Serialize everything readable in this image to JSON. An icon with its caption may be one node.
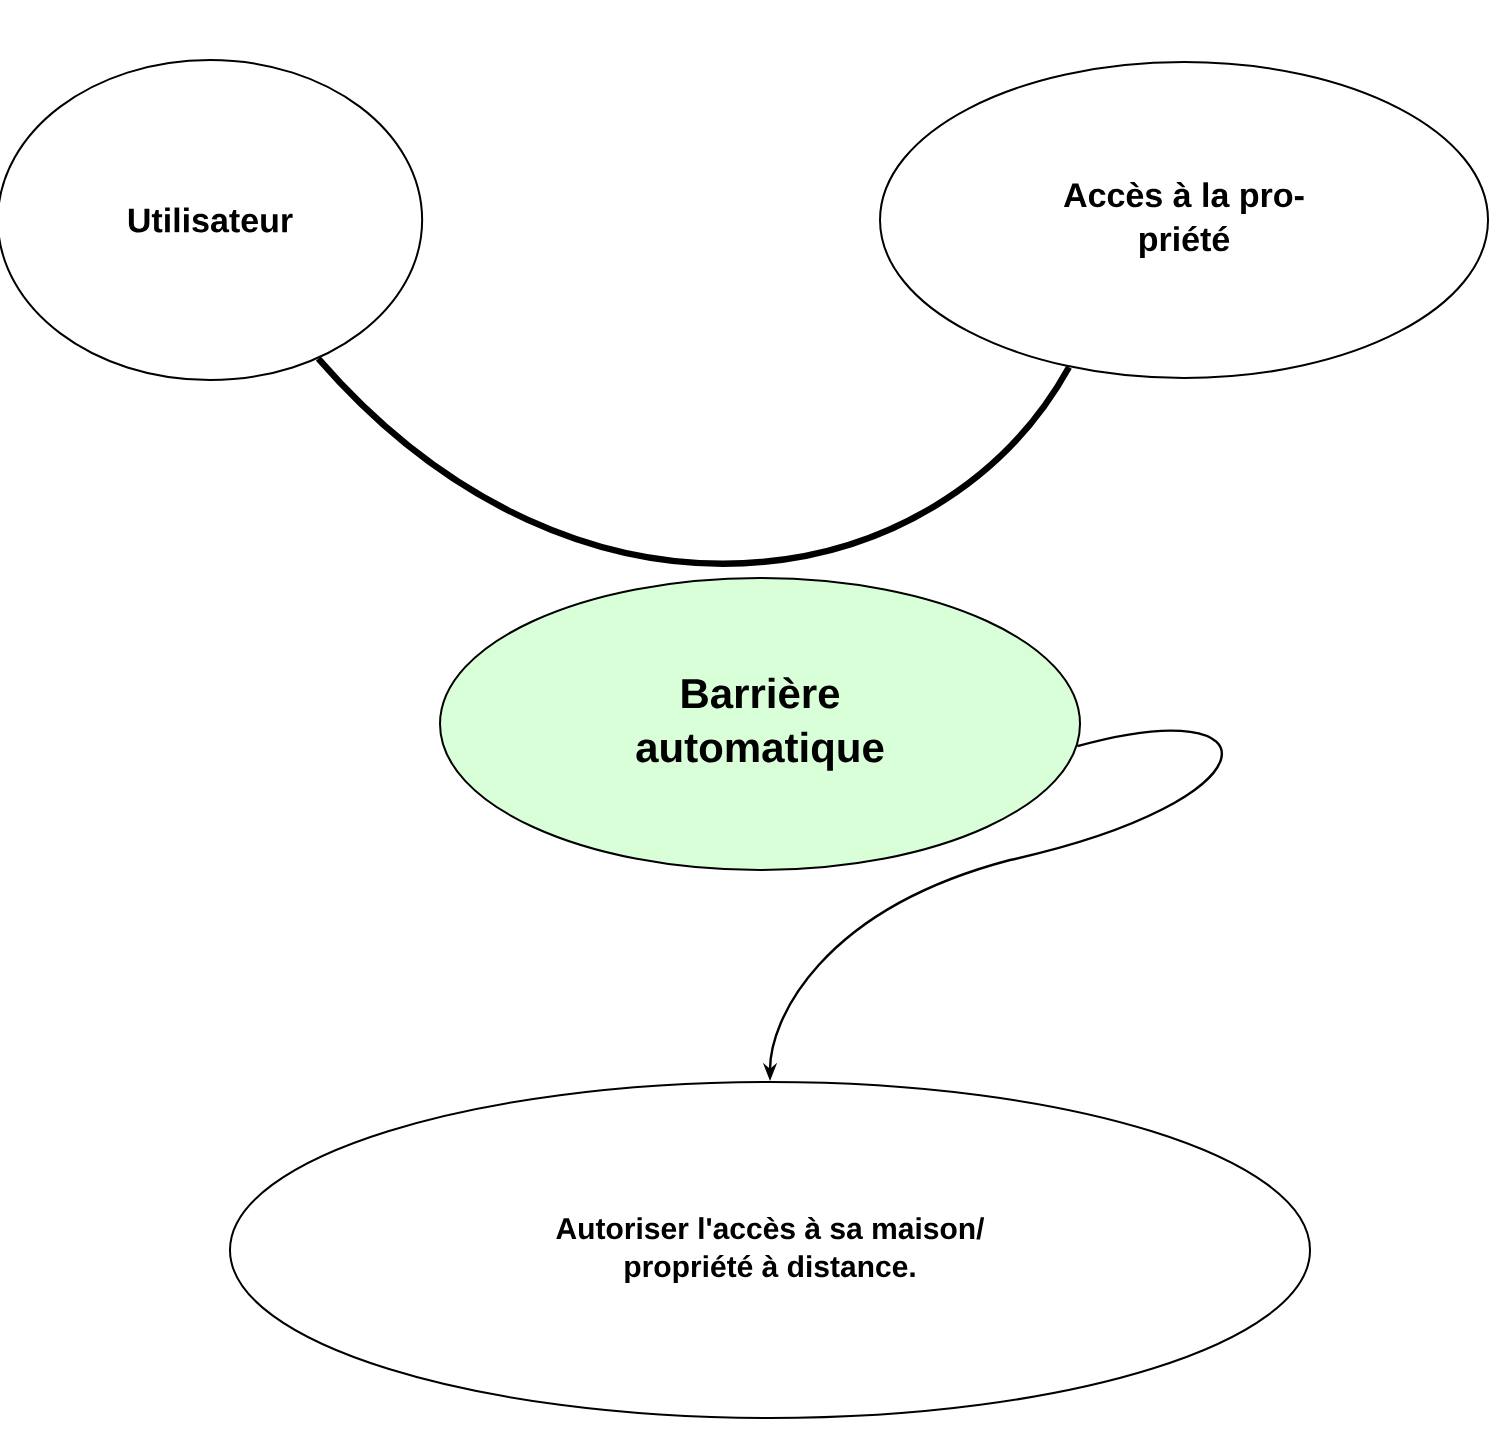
{
  "diagram": {
    "nodes": [
      {
        "text": [
          "Utilisateur"
        ]
      },
      {
        "text": [
          "Accès à la pro- priété"
        ]
      },
      {
        "text": [
          "Barrière automatique"
        ]
      },
      {
        "text": [
          "Autoriser l'accès à sa maison/ propriété à distance."
        ]
      }
    ],
    "edges": [
      {
        "from": 0,
        "to": 1,
        "arrow": "none",
        "style": "thick"
      },
      {
        "from": 2,
        "to": 3,
        "arrow": "to"
      }
    ]
  }
}
